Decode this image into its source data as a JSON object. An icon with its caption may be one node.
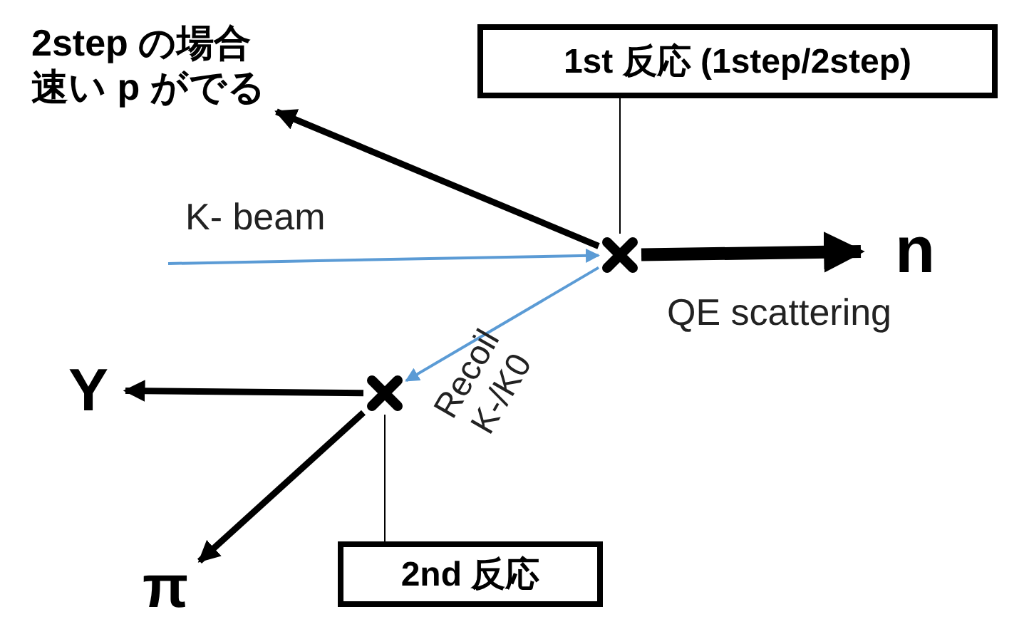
{
  "diagram": {
    "nodes": [
      {
        "text": [
          "2step の場合速い p がでる"
        ]
      },
      {
        "text": [
          "1st 反応 (1step/2step)"
        ]
      },
      {
        "text": [],
        "shape": "cross"
      },
      {
        "text": [
          "n"
        ]
      },
      {
        "text": [],
        "shape": "cross"
      },
      {
        "text": [
          "Y"
        ]
      },
      {
        "text": [
          "π"
        ]
      },
      {
        "text": [
          "2nd 反応"
        ]
      }
    ],
    "edges": [
      {
        "from": null,
        "to": 2,
        "arrow": "to",
        "label": "K- beam",
        "color": "#5b9bd5"
      },
      {
        "from": 2,
        "to": 0,
        "arrow": "to",
        "style": "thick"
      },
      {
        "from": 1,
        "to": 2,
        "arrow": "none"
      },
      {
        "from": 2,
        "to": 3,
        "arrow": "to",
        "label": "QE scattering",
        "style": "thick"
      },
      {
        "from": 2,
        "to": 4,
        "arrow": "to",
        "label": "Recoil K-/K0",
        "color": "#5b9bd5"
      },
      {
        "from": 4,
        "to": 5,
        "arrow": "to",
        "style": "thick"
      },
      {
        "from": 4,
        "to": 6,
        "arrow": "to",
        "style": "thick"
      },
      {
        "from": 7,
        "to": 4,
        "arrow": "none"
      }
    ]
  }
}
